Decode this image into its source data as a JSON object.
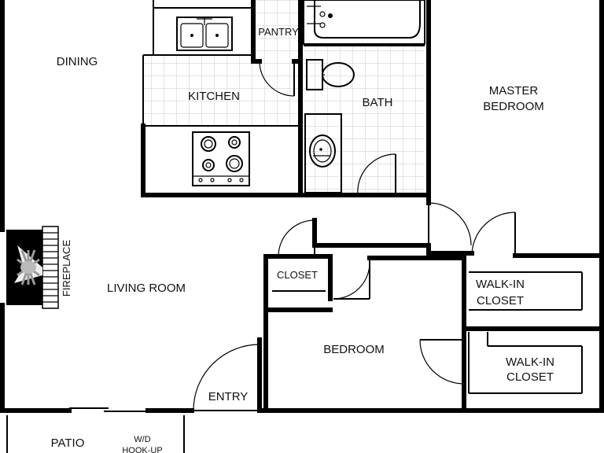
{
  "rooms": {
    "dining": "DINING",
    "kitchen": "KITCHEN",
    "pantry": "PANTRY",
    "bath": "BATH",
    "master_bedroom_line1": "MASTER",
    "master_bedroom_line2": "BEDROOM",
    "fireplace": "FIREPLACE",
    "living_room": "LIVING ROOM",
    "closet": "CLOSET",
    "walkin_closet_1_line1": "WALK-IN",
    "walkin_closet_1_line2": "CLOSET",
    "walkin_closet_2_line1": "WALK-IN",
    "walkin_closet_2_line2": "CLOSET",
    "bedroom": "BEDROOM",
    "entry": "ENTRY",
    "patio": "PATIO",
    "wd_line1": "W/D",
    "wd_line2": "HOOK-UP"
  }
}
